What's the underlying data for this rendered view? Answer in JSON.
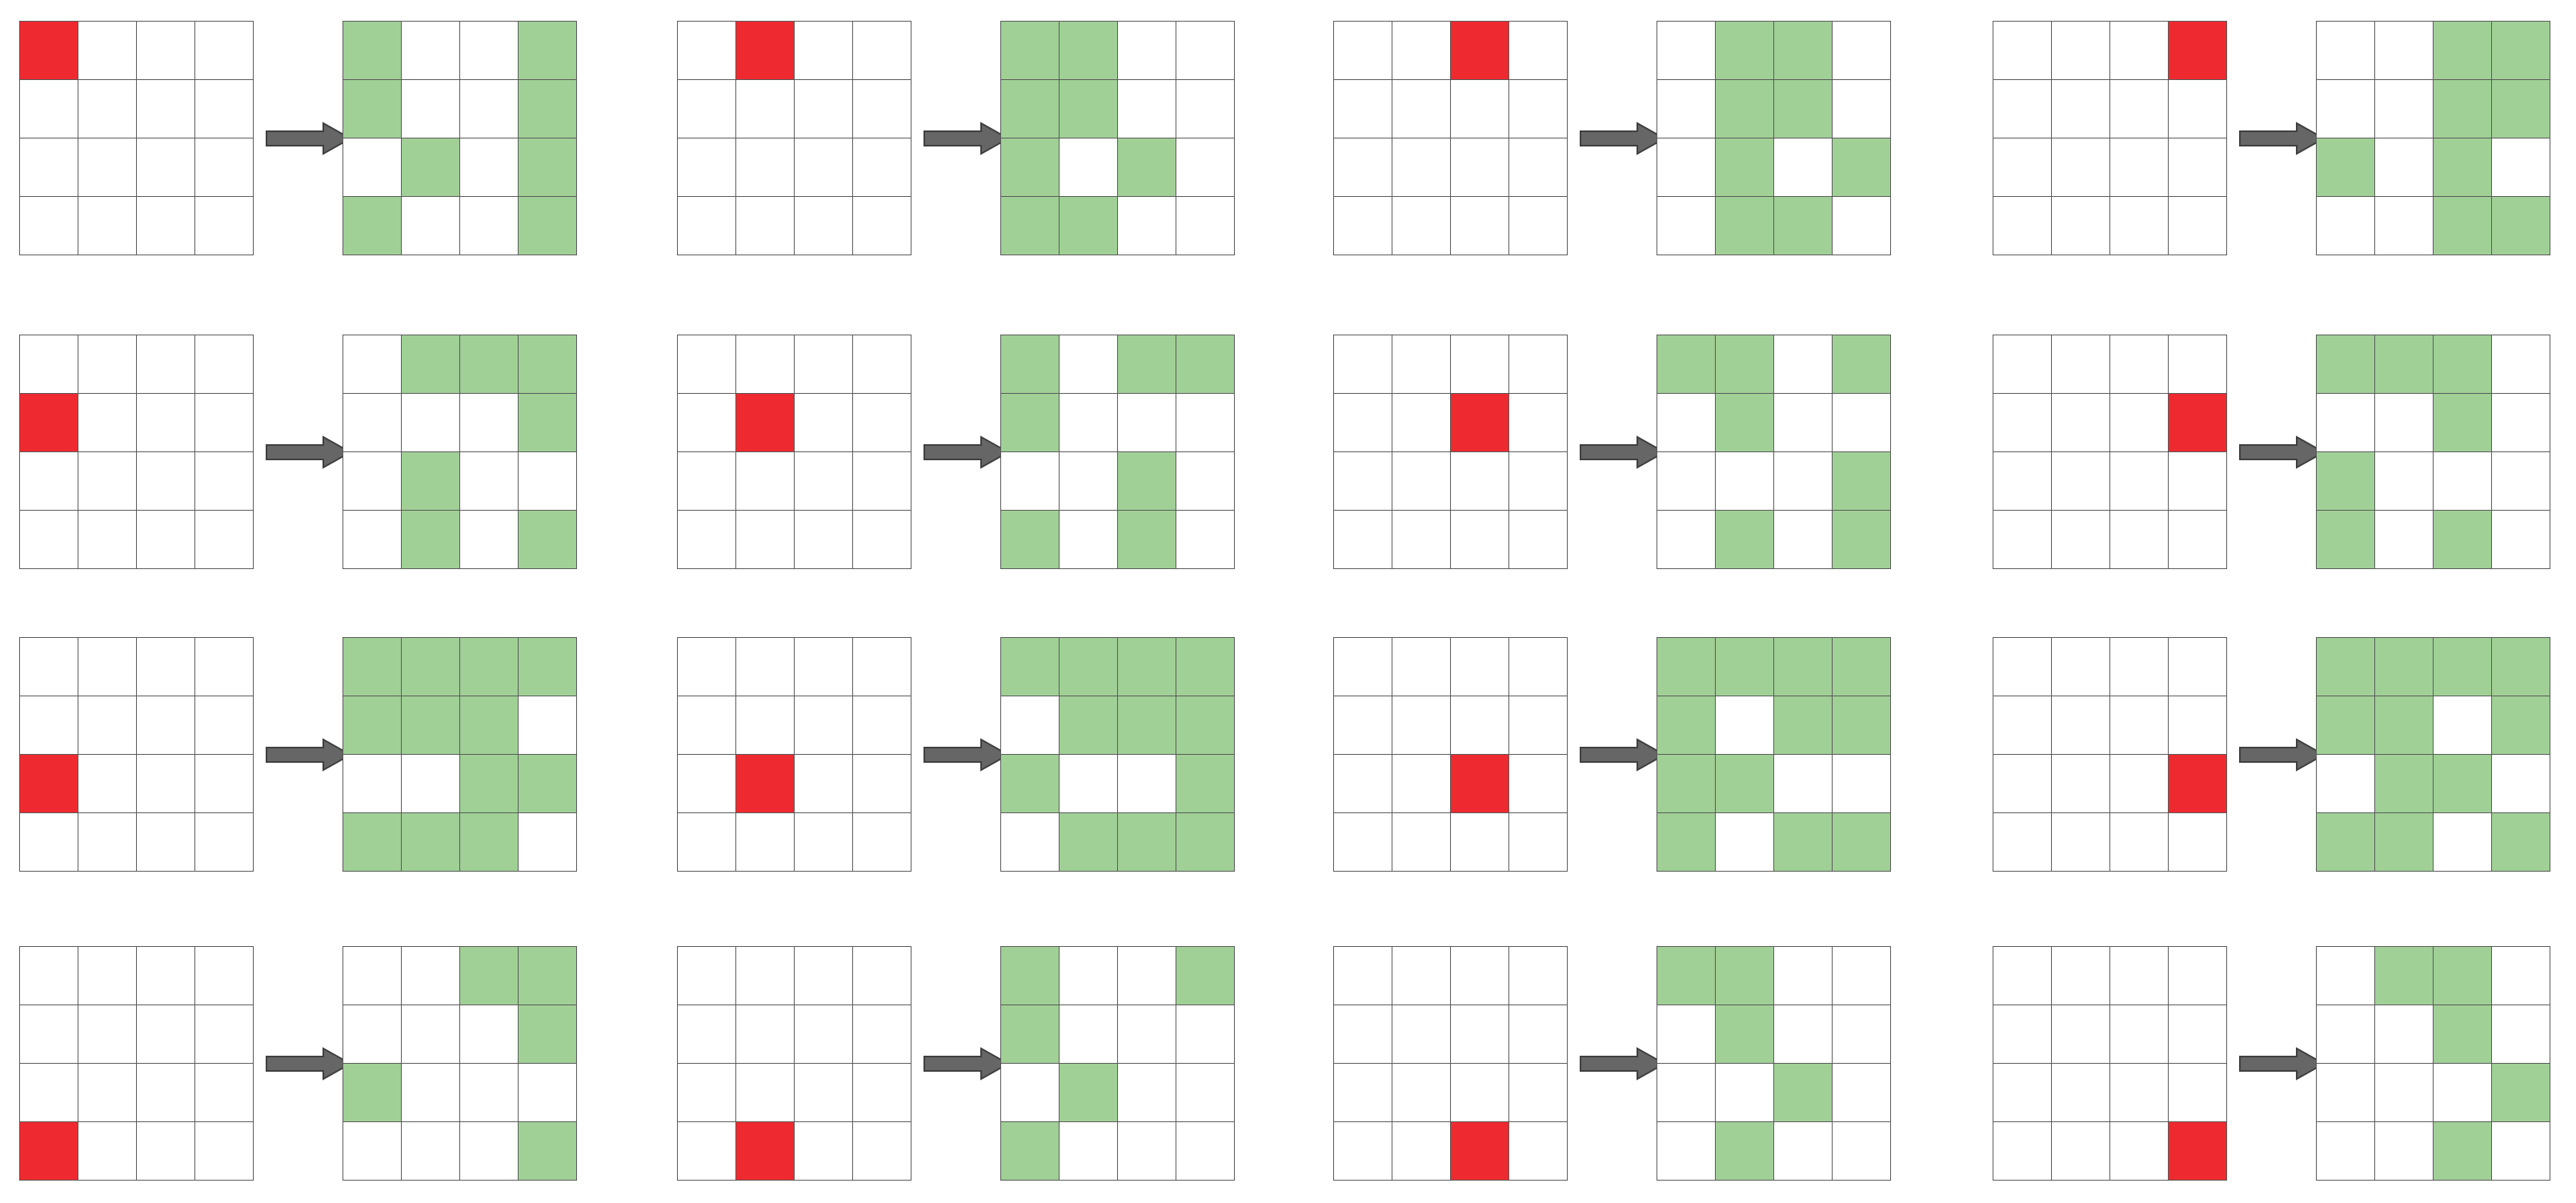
{
  "colors": {
    "background": "#ffffff",
    "grid_line": "#595959",
    "empty_cell": "#ffffff",
    "selected_cell": "#ee2a30",
    "result_cell": "#a0d096",
    "arrow_fill": "#666666",
    "arrow_stroke": "#3f3f3f"
  },
  "grid_size": 4,
  "panels": [
    {
      "id": 1,
      "source_cell": [
        0,
        0
      ],
      "result_cells": [
        [
          0,
          0
        ],
        [
          0,
          3
        ],
        [
          1,
          0
        ],
        [
          1,
          3
        ],
        [
          2,
          1
        ],
        [
          2,
          3
        ],
        [
          3,
          0
        ],
        [
          3,
          3
        ]
      ]
    },
    {
      "id": 2,
      "source_cell": [
        0,
        1
      ],
      "result_cells": [
        [
          0,
          0
        ],
        [
          0,
          1
        ],
        [
          1,
          0
        ],
        [
          1,
          1
        ],
        [
          2,
          0
        ],
        [
          2,
          2
        ],
        [
          3,
          0
        ],
        [
          3,
          1
        ]
      ]
    },
    {
      "id": 3,
      "source_cell": [
        0,
        2
      ],
      "result_cells": [
        [
          0,
          1
        ],
        [
          0,
          2
        ],
        [
          1,
          1
        ],
        [
          1,
          2
        ],
        [
          2,
          1
        ],
        [
          2,
          3
        ],
        [
          3,
          1
        ],
        [
          3,
          2
        ]
      ]
    },
    {
      "id": 4,
      "source_cell": [
        0,
        3
      ],
      "result_cells": [
        [
          0,
          2
        ],
        [
          0,
          3
        ],
        [
          1,
          2
        ],
        [
          1,
          3
        ],
        [
          2,
          0
        ],
        [
          2,
          2
        ],
        [
          3,
          2
        ],
        [
          3,
          3
        ]
      ]
    },
    {
      "id": 5,
      "source_cell": [
        1,
        0
      ],
      "result_cells": [
        [
          0,
          1
        ],
        [
          0,
          2
        ],
        [
          0,
          3
        ],
        [
          1,
          3
        ],
        [
          2,
          1
        ],
        [
          3,
          1
        ],
        [
          3,
          3
        ]
      ]
    },
    {
      "id": 6,
      "source_cell": [
        1,
        1
      ],
      "result_cells": [
        [
          0,
          0
        ],
        [
          0,
          2
        ],
        [
          0,
          3
        ],
        [
          1,
          0
        ],
        [
          2,
          2
        ],
        [
          3,
          0
        ],
        [
          3,
          2
        ]
      ]
    },
    {
      "id": 7,
      "source_cell": [
        1,
        2
      ],
      "result_cells": [
        [
          0,
          0
        ],
        [
          0,
          1
        ],
        [
          0,
          3
        ],
        [
          1,
          1
        ],
        [
          2,
          3
        ],
        [
          3,
          1
        ],
        [
          3,
          3
        ]
      ]
    },
    {
      "id": 8,
      "source_cell": [
        1,
        3
      ],
      "result_cells": [
        [
          0,
          0
        ],
        [
          0,
          1
        ],
        [
          0,
          2
        ],
        [
          1,
          2
        ],
        [
          2,
          0
        ],
        [
          3,
          0
        ],
        [
          3,
          2
        ]
      ]
    },
    {
      "id": 9,
      "source_cell": [
        2,
        0
      ],
      "result_cells": [
        [
          0,
          0
        ],
        [
          0,
          1
        ],
        [
          0,
          2
        ],
        [
          0,
          3
        ],
        [
          1,
          0
        ],
        [
          1,
          1
        ],
        [
          1,
          2
        ],
        [
          2,
          2
        ],
        [
          2,
          3
        ],
        [
          3,
          0
        ],
        [
          3,
          1
        ],
        [
          3,
          2
        ]
      ]
    },
    {
      "id": 10,
      "source_cell": [
        2,
        1
      ],
      "result_cells": [
        [
          0,
          0
        ],
        [
          0,
          1
        ],
        [
          0,
          2
        ],
        [
          0,
          3
        ],
        [
          1,
          1
        ],
        [
          1,
          2
        ],
        [
          1,
          3
        ],
        [
          2,
          0
        ],
        [
          2,
          3
        ],
        [
          3,
          1
        ],
        [
          3,
          2
        ],
        [
          3,
          3
        ]
      ]
    },
    {
      "id": 11,
      "source_cell": [
        2,
        2
      ],
      "result_cells": [
        [
          0,
          0
        ],
        [
          0,
          1
        ],
        [
          0,
          2
        ],
        [
          0,
          3
        ],
        [
          1,
          0
        ],
        [
          1,
          2
        ],
        [
          1,
          3
        ],
        [
          2,
          0
        ],
        [
          2,
          1
        ],
        [
          3,
          0
        ],
        [
          3,
          2
        ],
        [
          3,
          3
        ]
      ]
    },
    {
      "id": 12,
      "source_cell": [
        2,
        3
      ],
      "result_cells": [
        [
          0,
          0
        ],
        [
          0,
          1
        ],
        [
          0,
          2
        ],
        [
          0,
          3
        ],
        [
          1,
          0
        ],
        [
          1,
          1
        ],
        [
          1,
          3
        ],
        [
          2,
          1
        ],
        [
          2,
          2
        ],
        [
          3,
          0
        ],
        [
          3,
          1
        ],
        [
          3,
          3
        ]
      ]
    },
    {
      "id": 13,
      "source_cell": [
        3,
        0
      ],
      "result_cells": [
        [
          0,
          2
        ],
        [
          0,
          3
        ],
        [
          1,
          3
        ],
        [
          2,
          0
        ],
        [
          3,
          3
        ]
      ]
    },
    {
      "id": 14,
      "source_cell": [
        3,
        1
      ],
      "result_cells": [
        [
          0,
          0
        ],
        [
          0,
          3
        ],
        [
          1,
          0
        ],
        [
          2,
          1
        ],
        [
          3,
          0
        ]
      ]
    },
    {
      "id": 15,
      "source_cell": [
        3,
        2
      ],
      "result_cells": [
        [
          0,
          0
        ],
        [
          0,
          1
        ],
        [
          1,
          1
        ],
        [
          2,
          2
        ],
        [
          3,
          1
        ]
      ]
    },
    {
      "id": 16,
      "source_cell": [
        3,
        3
      ],
      "result_cells": [
        [
          0,
          1
        ],
        [
          0,
          2
        ],
        [
          1,
          2
        ],
        [
          2,
          3
        ],
        [
          3,
          2
        ]
      ]
    }
  ]
}
